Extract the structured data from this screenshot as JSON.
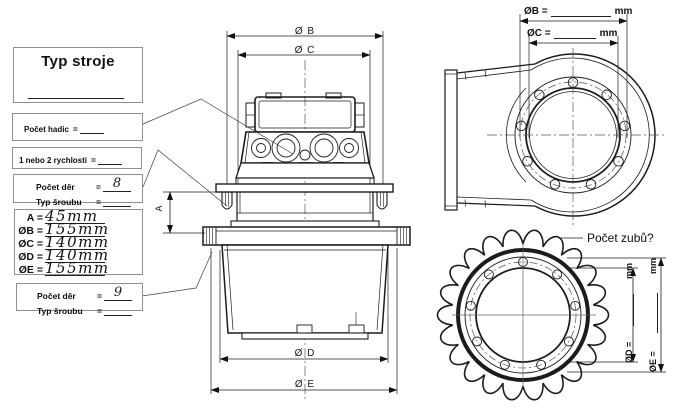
{
  "boxes": {
    "machine_type": {
      "title": "Typ stroje"
    },
    "hoses": {
      "label": "Počet hadic",
      "equals": "="
    },
    "speeds": {
      "label": "1 nebo 2 rychlosti",
      "equals": "="
    },
    "holes_top": {
      "holes_label": "Počet děr",
      "equals": "=",
      "holes_value": "8",
      "screw_label": "Typ šroubu",
      "screw_value": ""
    },
    "dims": {
      "rows": [
        {
          "label": "A =",
          "value": "45mm"
        },
        {
          "label": "ØB =",
          "value": "155mm"
        },
        {
          "label": "ØC =",
          "value": "140mm"
        },
        {
          "label": "ØD =",
          "value": "140mm"
        },
        {
          "label": "ØE =",
          "value": "155mm"
        }
      ]
    },
    "holes_bottom": {
      "holes_label": "Počet děr",
      "equals": "=",
      "holes_value": "9",
      "screw_label": "Typ šroubu",
      "screw_value": ""
    }
  },
  "front_view": {
    "dim_a": "A",
    "dim_b": "Ø B",
    "dim_c": "Ø C",
    "dim_d": "Ø D",
    "dim_e": "Ø E"
  },
  "housing_view": {
    "dim_b_label": "ØB =",
    "dim_b_unit": "mm",
    "dim_c_label": "ØC =",
    "dim_c_unit": "mm"
  },
  "sprocket_view": {
    "teeth_label": "Počet zubů?",
    "dim_d_label": "ØD =",
    "dim_d_unit": "mm",
    "dim_e_label": "ØE =",
    "dim_e_unit": "mm"
  },
  "geometry": {
    "sprocket_teeth": 22,
    "sprocket_bolt_holes": 9,
    "housing_bolt_holes": 9
  }
}
